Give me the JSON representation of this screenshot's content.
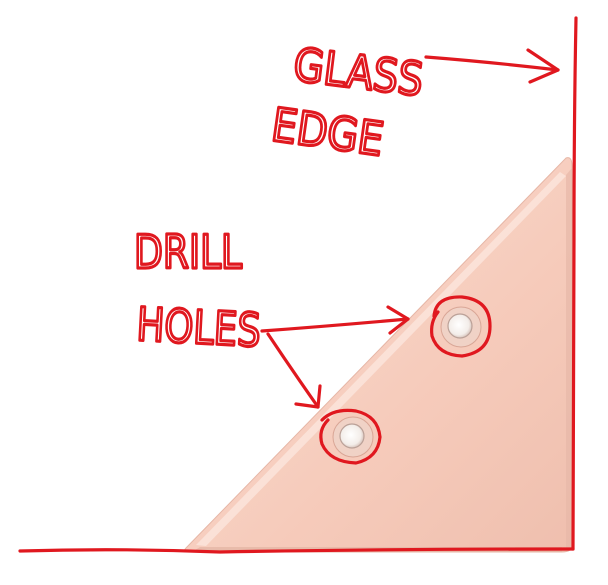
{
  "annotations": {
    "glass_edge_line1": "GLASS",
    "glass_edge_line2": "EDGE",
    "drill_holes_line1": "DRILL",
    "drill_holes_line2": "HOLES"
  },
  "colors": {
    "ink": "#e0181f",
    "plate_fill": "#f6cbbb",
    "plate_light": "#fbe2d8",
    "plate_shadow": "#e0ad9d",
    "background": "#ffffff"
  }
}
